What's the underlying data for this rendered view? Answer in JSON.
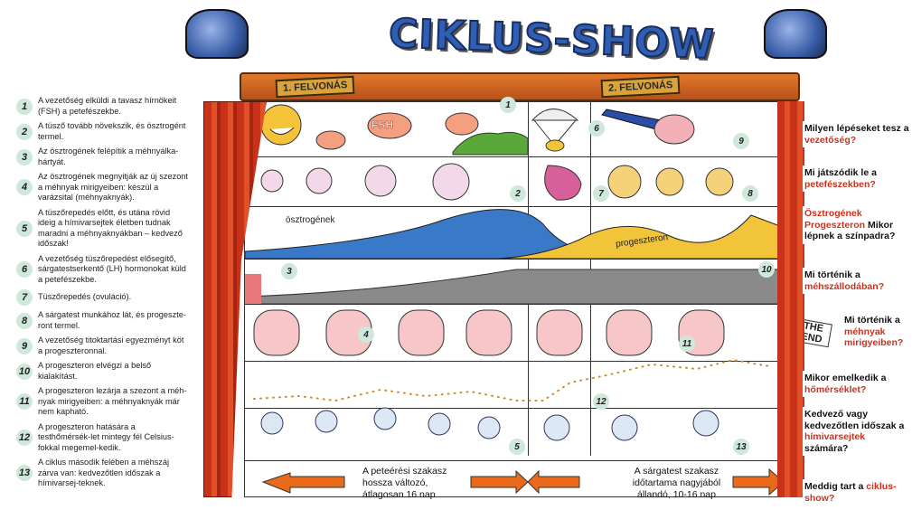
{
  "title": "CIKLUS-SHOW",
  "acts": [
    "1. FELVONÁS",
    "2. FELVONÁS"
  ],
  "legend": [
    {
      "num": "1",
      "text": "A vezetőség elküldi a tavasz hírnökeit (FSH) a petefészekbe."
    },
    {
      "num": "2",
      "text": "A tüsző tovább növekszik, és ösztrogént termel."
    },
    {
      "num": "3",
      "text": "Az ösztrogének felépítik a méhnyálka-hártyát."
    },
    {
      "num": "4",
      "text": "Az ösztrogének megnyitják az új szezont a méhnyak mirigyeiben: készül a varázsital (méhnyaknyák)."
    },
    {
      "num": "5",
      "text": "A tüszőrepedés előtt, és utána rövid ideig a hímivarsejtek életben tudnak maradni a méhnyaknyákban – kedvező időszak!"
    },
    {
      "num": "6",
      "text": "A vezetőség tüszőrepedést elősegítő, sárgatestserkentő (LH) hormonokat küld a petefészekbe."
    },
    {
      "num": "7",
      "text": "Tüszőrepedés (ovuláció)."
    },
    {
      "num": "8",
      "text": "A sárgatest munkához lát, és progeszte-ront termel."
    },
    {
      "num": "9",
      "text": "A vezetőség titoktartási egyezményt köt a progeszteronnal."
    },
    {
      "num": "10",
      "text": "A progeszteron elvégzi a belső kialakítást."
    },
    {
      "num": "11",
      "text": "A progeszteron lezárja a szezont a méh-nyak mirigyeiben: a méhnyaknyák már nem kapható."
    },
    {
      "num": "12",
      "text": "A progeszteron hatására a testhőmérsék-let mintegy fél Celsius-fokkal megemel-kedik."
    },
    {
      "num": "13",
      "text": "A ciklus második felében a méhszáj zárva van: kedvezőtlen időszak a hímivarsej-teknek."
    }
  ],
  "illustration": {
    "fsh": "FSH",
    "estrogen_label": "ösztrogének",
    "progesterone_label": "progeszteron",
    "the_end": "THE END",
    "markers": [
      "1",
      "2",
      "3",
      "4",
      "5",
      "6",
      "7",
      "8",
      "9",
      "10",
      "11",
      "12",
      "13"
    ]
  },
  "arrows": {
    "left": "A peteérési szakasz hossza változó, átlagosan 16 nap",
    "right": "A sárgatest szakasz időtartama nagyjából állandó, 10-16 nap"
  },
  "questions": [
    {
      "pre": "Milyen lépéseket tesz a ",
      "hl": "vezetőség?",
      "post": ""
    },
    {
      "pre": "Mi játszódik le a ",
      "hl": "petefészekben?",
      "post": ""
    },
    {
      "pre": "",
      "hl": "Ösztrogének Progeszteron",
      "post": " Mikor lépnek a színpadra?"
    },
    {
      "pre": "Mi történik a ",
      "hl": "méhszállodában?",
      "post": ""
    },
    {
      "pre": "Mi történik a ",
      "hl": "méhnyak mirigyeiben?",
      "post": ""
    },
    {
      "pre": "Mikor emelkedik a ",
      "hl": "hőmérséklet?",
      "post": ""
    },
    {
      "pre": "Kedvező vagy kedvezőtlen időszak a ",
      "hl": "hímivarsejtek",
      "post": " számára?"
    },
    {
      "pre": "Meddig tart a ",
      "hl": "ciklus-show?",
      "post": ""
    }
  ],
  "colors": {
    "estrogen": "#3a78c8",
    "progesterone": "#f2c43a",
    "curtain": "#c8321a",
    "badge": "#cfe8dc",
    "highlight": "#d0301a"
  }
}
